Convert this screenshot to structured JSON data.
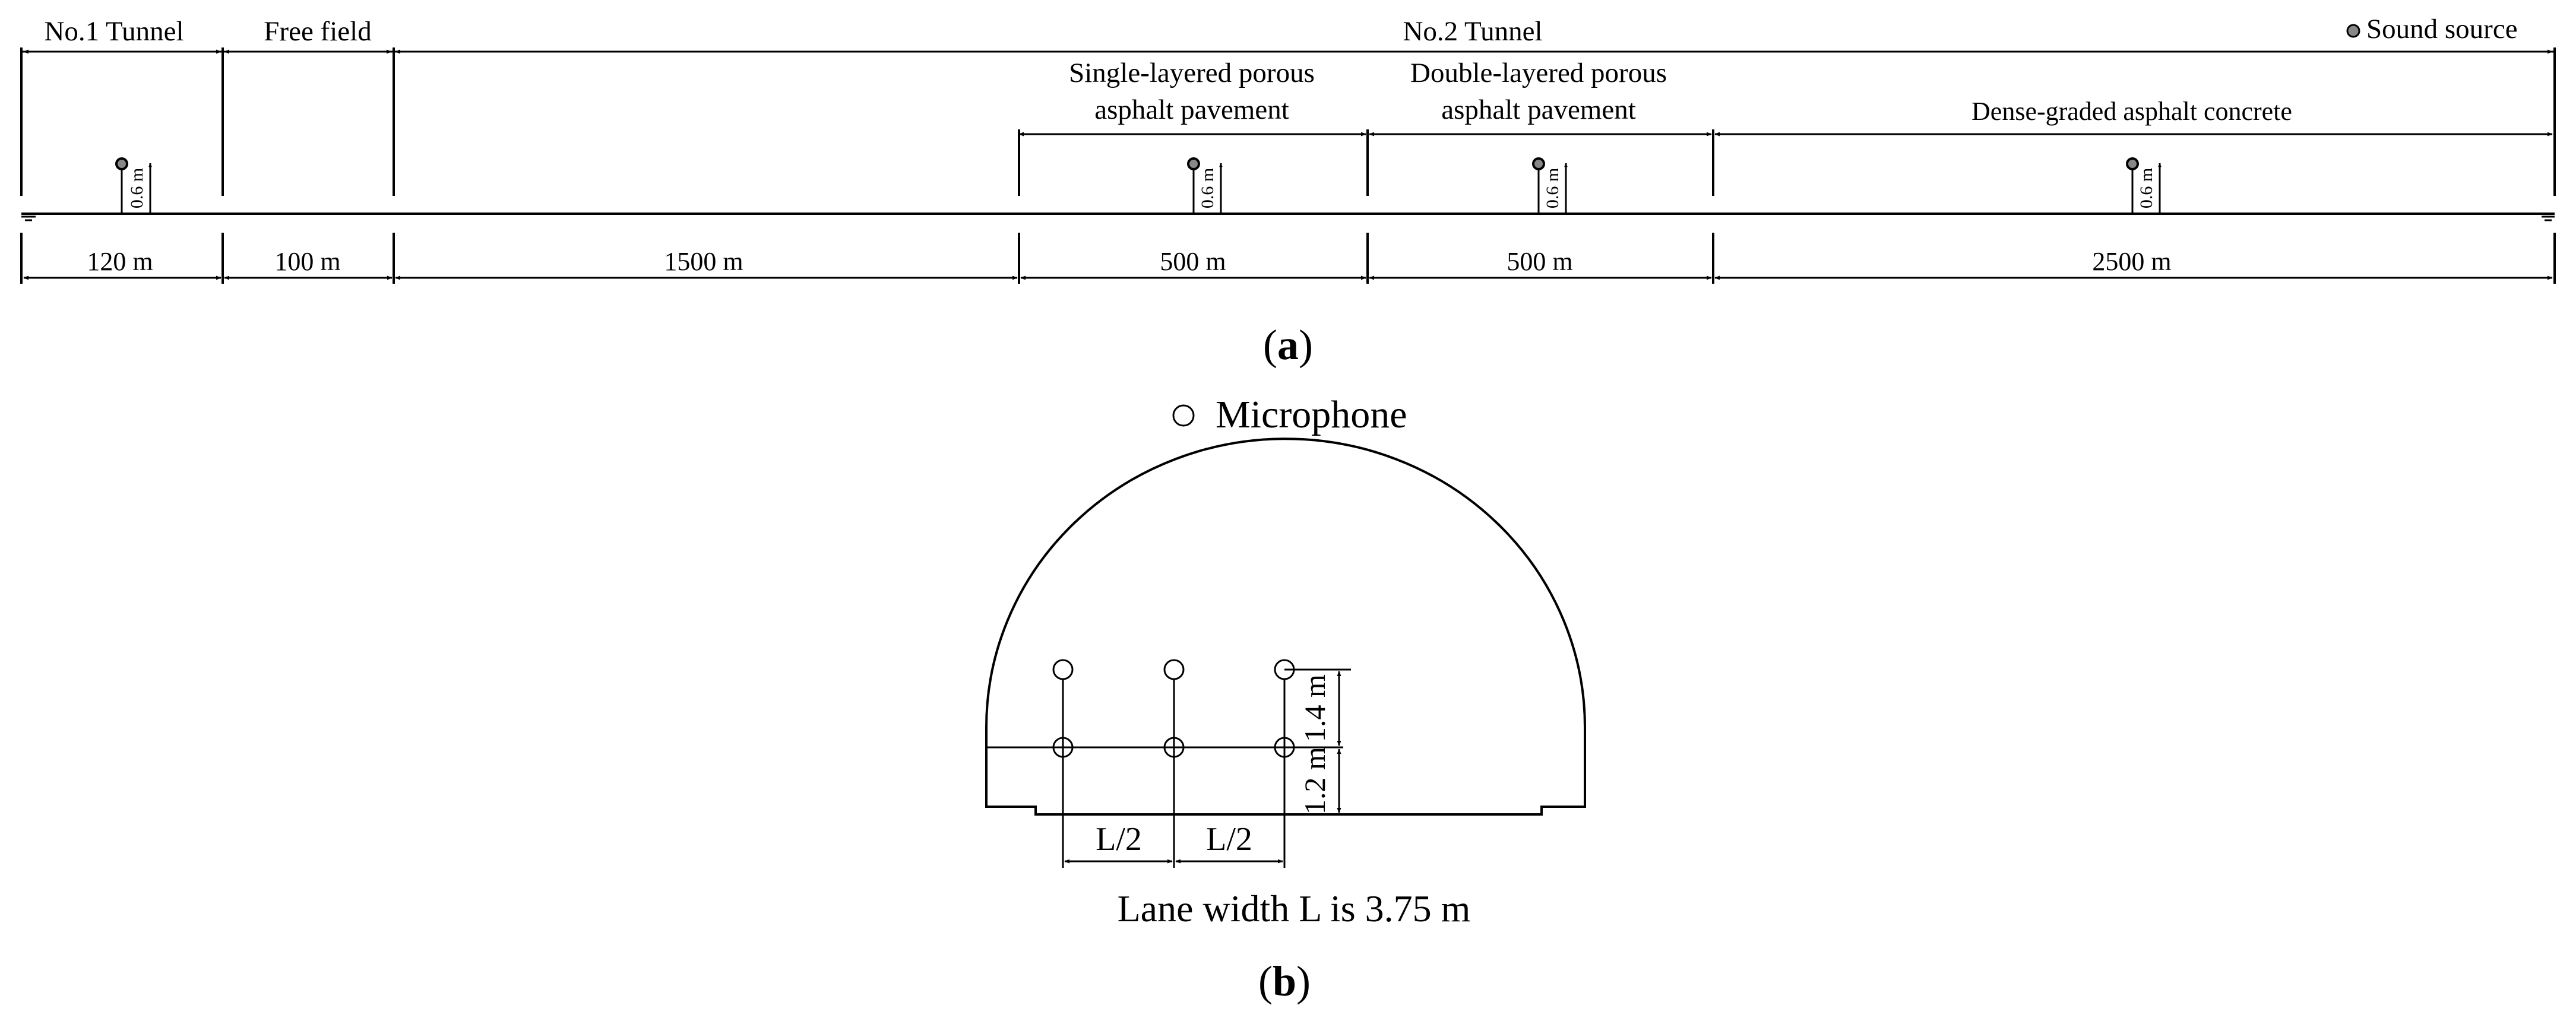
{
  "panel_a": {
    "sections": {
      "tunnel1": "No.1 Tunnel",
      "free_field": "Free field",
      "tunnel2": "No.2 Tunnel"
    },
    "legend_source": "Sound source",
    "pavements": {
      "single_line1": "Single-layered porous",
      "single_line2": "asphalt pavement",
      "double_line1": "Double-layered porous",
      "double_line2": "asphalt pavement",
      "dense": "Dense-graded asphalt concrete"
    },
    "source_height": "0.6 m",
    "lengths": [
      "120 m",
      "100 m",
      "1500 m",
      "500 m",
      "500 m",
      "2500 m"
    ],
    "caption_open": "(",
    "caption_letter": "a",
    "caption_close": ")"
  },
  "panel_b": {
    "legend_mic": "Microphone",
    "heights": [
      "1.4 m",
      "1.2 m"
    ],
    "spacing": [
      "L/2",
      "L/2"
    ],
    "lane_note": "Lane width L is 3.75 m",
    "caption_open": "(",
    "caption_letter": "b",
    "caption_close": ")"
  }
}
